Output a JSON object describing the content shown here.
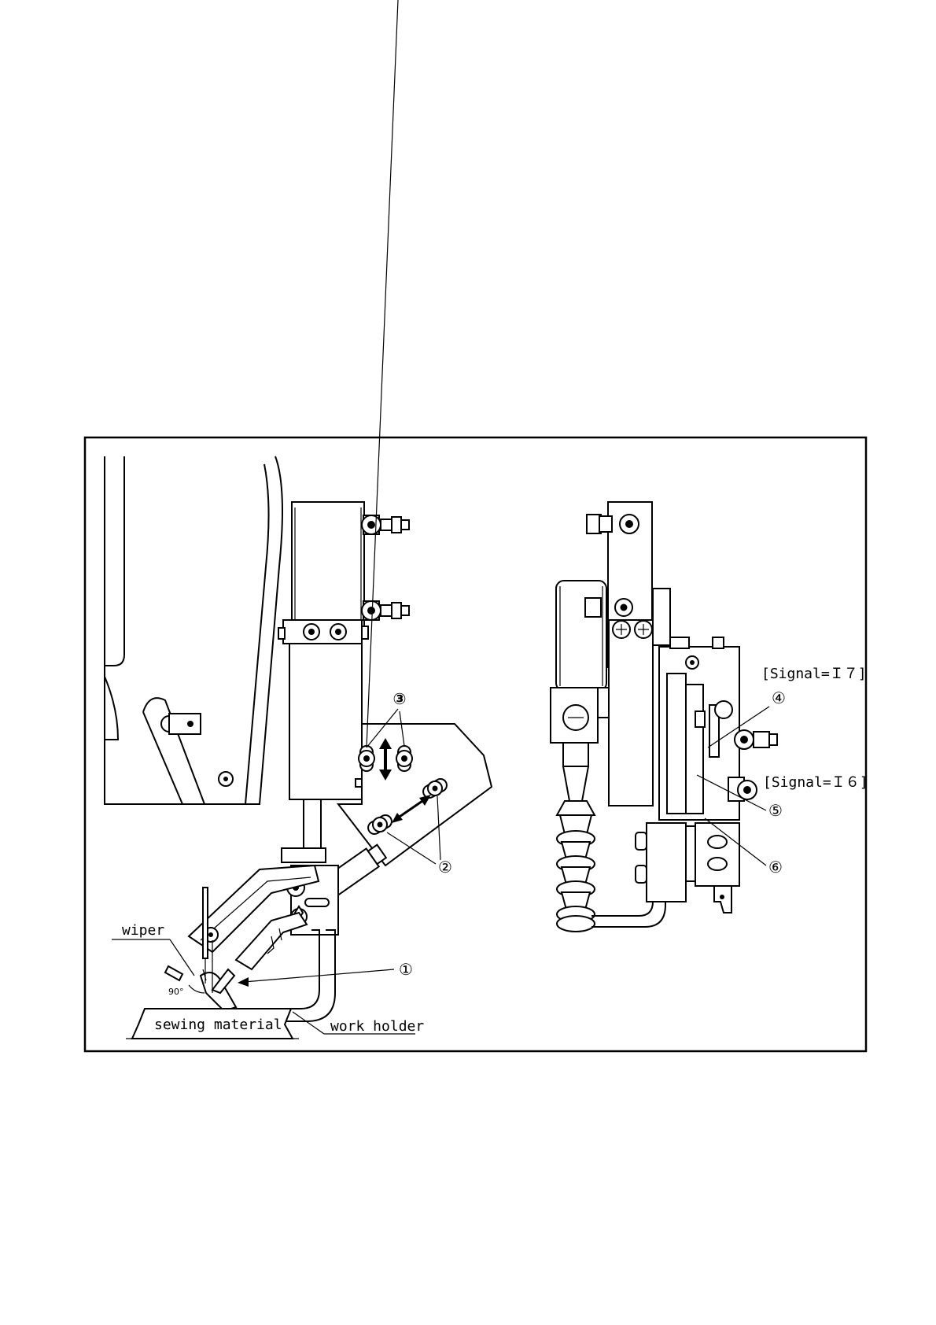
{
  "labels": {
    "wiper": "wiper",
    "angle": "90°",
    "sewing_material": "sewing material",
    "work_holder": "work holder",
    "signal_i7": "[Signal=Ｉ７]",
    "signal_i6": "[Signal=Ｉ６]"
  },
  "callouts": {
    "c1": "①",
    "c2": "②",
    "c3": "③",
    "c4": "④",
    "c5": "⑤",
    "c6": "⑥"
  }
}
